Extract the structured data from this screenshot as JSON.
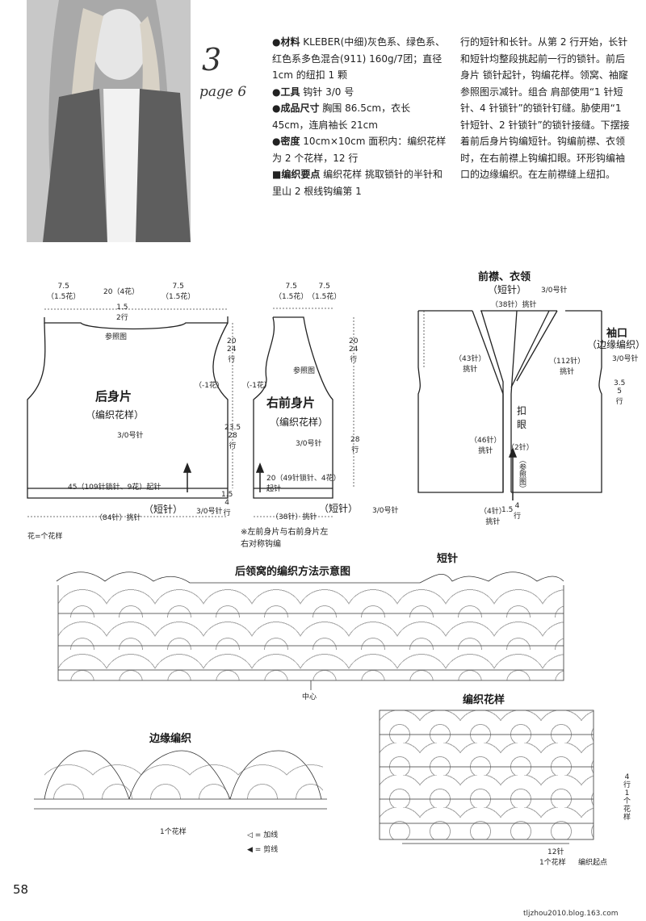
{
  "header": {
    "pattern_number": "3",
    "page_ref": "page 6"
  },
  "instructions": {
    "col1": [
      {
        "key": "●材料",
        "text": " KLEBER(中细)灰色系、绿色系、红色系多色混合(911) 160g/7团；直径 1cm 的纽扣 1 颗"
      },
      {
        "key": "●工具",
        "text": " 钩针 3/0 号"
      },
      {
        "key": "●成品尺寸",
        "text": " 胸围 86.5cm，衣长 45cm，连肩袖长 21cm"
      },
      {
        "key": "●密度",
        "text": " 10cm×10cm 面积内：编织花样为 2 个花样，12 行"
      },
      {
        "key": "■编织要点",
        "text": " 编织花样 挑取锁针的半针和里山 2 根线钩编第 1"
      }
    ],
    "col2": "行的短针和长针。从第 2 行开始，长针和短针均整段挑起前一行的锁针。前后身片 锁针起针，钩编花样。领窝、袖窿参照图示减针。组合 肩部使用“1 针短针、4 针锁针”的锁针钉缝。胁使用“1 针短针、2 针锁针”的锁针接缝。下摆接着前后身片钩编短针。钩编前襟、衣领时，在右前襟上钩编扣眼。环形钩编袖口的边缘编织。在左前襟缝上纽扣。"
  },
  "back_panel": {
    "title": "后身片",
    "subtitle": "（编织花样）",
    "hook": "3/0号针",
    "ref": "参照图",
    "top_left": "7.5\n（1.5花）",
    "top_mid": "20（4花）",
    "top_right": "7.5\n（1.5花）",
    "neck_depth": "1.5\n2行",
    "armhole_dec": "（-1花）",
    "armhole_h": "20\n24\n行",
    "body_h": "23.5\n28\n行",
    "hem_h": "1.5\n4\n行",
    "start": "45（109针锁针、9花）起针",
    "hem": "（短针）",
    "hem_hook": "3/0号针",
    "pick": "（84针）挑针",
    "note": "花=个花样"
  },
  "front_panel": {
    "title": "右前身片",
    "subtitle": "（编织花样）",
    "hook": "3/0号针",
    "ref": "参照图",
    "top_left": "7.5\n（1.5花）",
    "top_right": "7.5\n（1.5花）",
    "armhole_dec": "（-1花）",
    "armhole_h": "20\n24\n行",
    "body_h": "28\n行",
    "start": "20（49针锁针、4花）\n起针",
    "hem": "（短针）",
    "hem_hook": "3/0号针",
    "pick": "（38针）挑针",
    "note": "※左前身片与右前身片左\n右对称钩编"
  },
  "band": {
    "title": "前襟、衣领",
    "subtitle": "（短针）",
    "hook": "3/0号针",
    "back_neck": "（38针）挑针",
    "neck_left": "（43针）\n挑针",
    "neck_right": "（112针）\n挑针",
    "front_left": "（46针）\n挑针",
    "buttonhole": "扣\n眼",
    "two_sts": "（2针）",
    "ref": "（参照图）",
    "bottom": "（4针）\n挑针",
    "bottom_h": "1.5",
    "bottom_rows": "4\n行",
    "sleeve_title": "袖口",
    "sleeve_sub": "（边缘编织）",
    "sleeve_hook": "3/0号针",
    "sleeve_h": "3.5\n5\n行"
  },
  "neck_chart": {
    "title": "后领窝的编织方法示意图",
    "short_label": "短针",
    "center": "中心"
  },
  "edge_chart": {
    "title": "边缘编织",
    "repeat": "1个花样",
    "legend_add": "= 加线",
    "legend_cut": "= 剪线"
  },
  "pattern_chart": {
    "title": "编织花样",
    "rows": "4\n行\n1\n个\n花\n样",
    "sts": "12针",
    "repeat": "1个花样",
    "start": "编织起点"
  },
  "footer": {
    "page": "58",
    "watermark": "tljzhou2010.blog.163.com"
  }
}
